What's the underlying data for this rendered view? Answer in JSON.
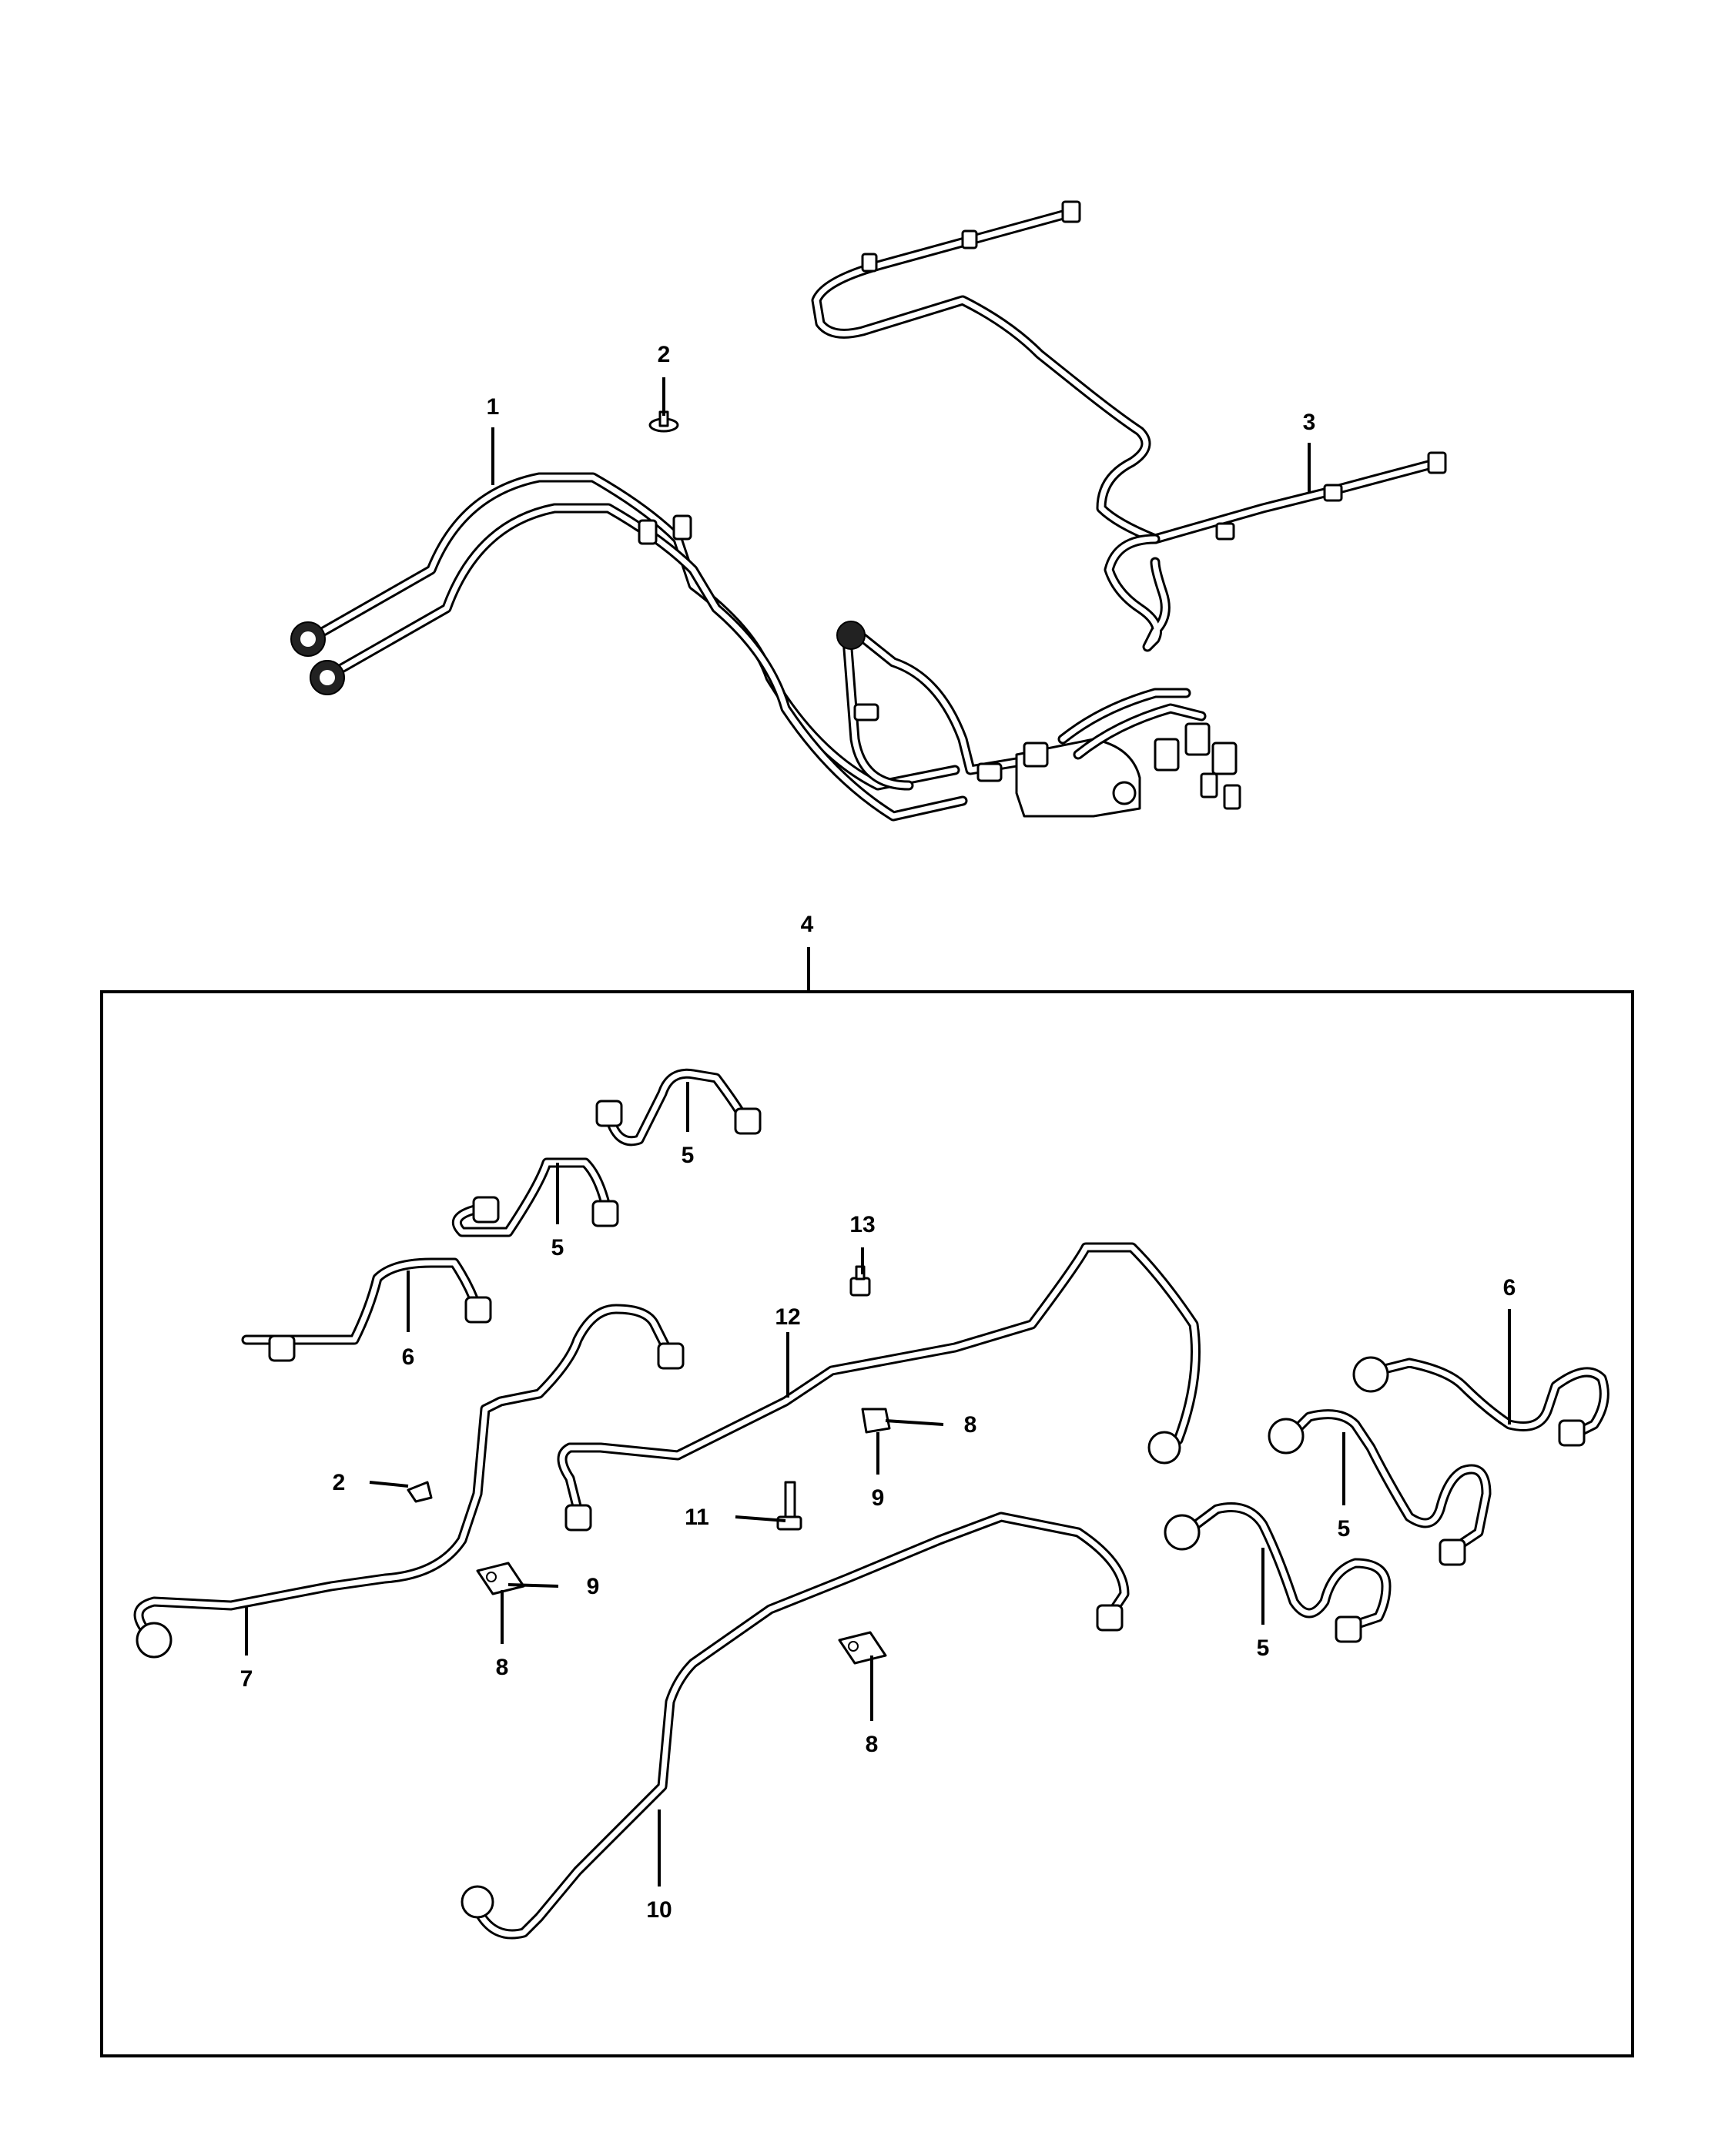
{
  "diagram": {
    "callouts": {
      "c1": "1",
      "c2_top": "2",
      "c3": "3",
      "c4": "4",
      "c5_a": "5",
      "c5_b": "5",
      "c5_c": "5",
      "c5_d": "5",
      "c6_left": "6",
      "c6_right": "6",
      "c7": "7",
      "c2_box": "2",
      "c8_a": "8",
      "c9_a": "9",
      "c8_b": "8",
      "c9_b": "9",
      "c8_c": "8",
      "c10": "10",
      "c11": "11",
      "c12": "12",
      "c13": "13"
    }
  }
}
